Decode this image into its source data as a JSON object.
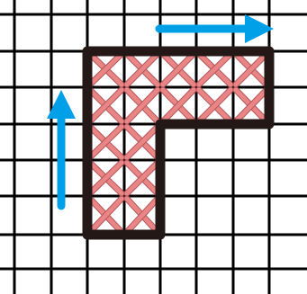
{
  "diagram": {
    "grid": {
      "columns": 8,
      "rows": 8,
      "line_color": "#000000",
      "background": "#ffffff"
    },
    "shape": {
      "kind": "L-shape outline",
      "outline_color": "#231815"
    },
    "stitches": {
      "kind": "cross-stitch fill",
      "color": "#e98584",
      "edge_color": "#b4575c"
    },
    "arrows": [
      {
        "name": "upward-arrow",
        "direction": "up",
        "color": "#00a0e9"
      },
      {
        "name": "rightward-arrow",
        "direction": "right",
        "color": "#00a0e9"
      }
    ]
  }
}
